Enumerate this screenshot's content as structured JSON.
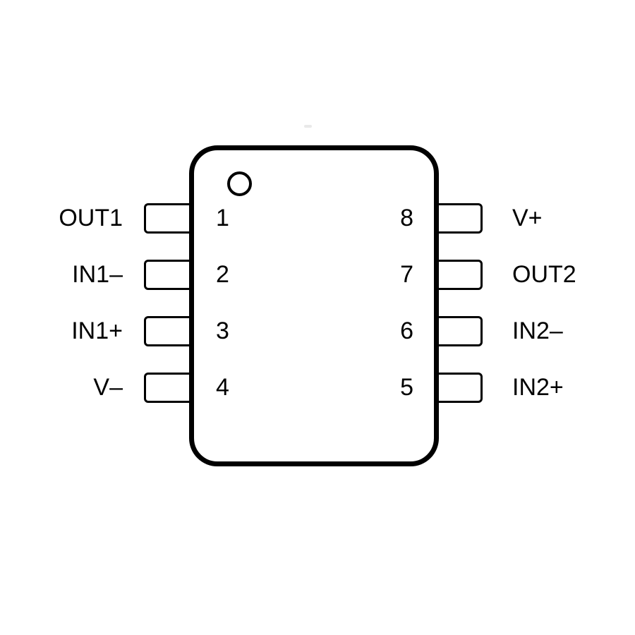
{
  "diagram": {
    "type": "ic-pinout",
    "package_pin_count": 8
  },
  "pins": {
    "left": [
      {
        "number": "1",
        "label": "OUT1"
      },
      {
        "number": "2",
        "label": "IN1–"
      },
      {
        "number": "3",
        "label": "IN1+"
      },
      {
        "number": "4",
        "label": "V–"
      }
    ],
    "right": [
      {
        "number": "8",
        "label": "V+"
      },
      {
        "number": "7",
        "label": "OUT2"
      },
      {
        "number": "6",
        "label": "IN2–"
      },
      {
        "number": "5",
        "label": "IN2+"
      }
    ]
  },
  "colors": {
    "stroke": "#000000",
    "background": "#ffffff",
    "text": "#000000"
  }
}
